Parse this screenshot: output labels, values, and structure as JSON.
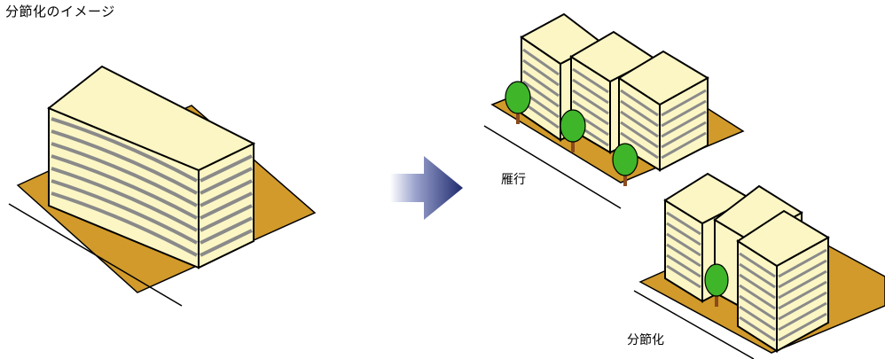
{
  "title": "分節化のイメージ",
  "labels": {
    "ganko": "雁行",
    "bunsetsu": "分節化"
  },
  "colors": {
    "ground": "#d19a2a",
    "building_top": "#fbf6c4",
    "building_side": "#fbf6c4",
    "stripe": "#8a8a8a",
    "outline": "#000000",
    "arrow_dark": "#1f2a6e",
    "arrow_light": "#ffffff",
    "tree_leaf": "#3fb52a",
    "tree_trunk": "#8b4a1c"
  }
}
